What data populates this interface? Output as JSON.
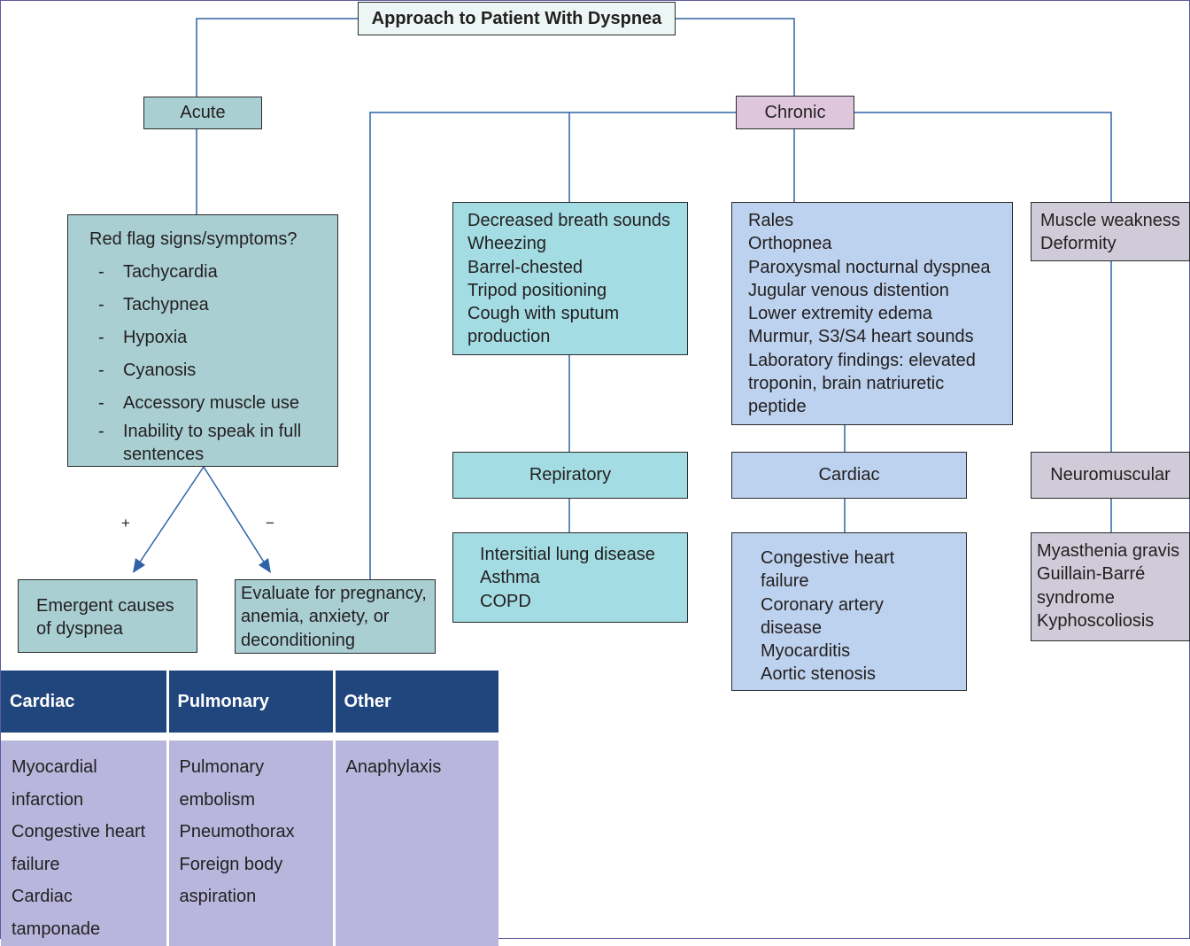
{
  "title": "Approach to Patient With Dyspnea",
  "acute": {
    "label": "Acute",
    "red_flag": {
      "heading": "Red flag signs/symptoms?",
      "items": [
        "Tachycardia",
        "Tachypnea",
        "Hypoxia",
        "Cyanosis",
        "Accessory muscle use",
        "Inability to speak in full sentences"
      ]
    },
    "plus_sign": "+",
    "minus_sign": "−",
    "emergent": "Emergent causes of dyspnea",
    "evaluate": "Evaluate for pregnancy, anemia, anxiety, or deconditioning"
  },
  "chronic": {
    "label": "Chronic",
    "respiratory": {
      "findings": [
        "Decreased breath sounds",
        "Wheezing",
        "Barrel-chested",
        "Tripod positioning",
        "Cough with sputum",
        "production"
      ],
      "label": "Repiratory",
      "causes": [
        "Intersitial lung disease",
        "Asthma",
        "COPD"
      ]
    },
    "cardiac": {
      "findings": [
        "Rales",
        "Orthopnea",
        "Paroxysmal nocturnal dyspnea",
        "Jugular venous distention",
        "Lower extremity edema",
        "Murmur, S3/S4 heart sounds",
        "Laboratory findings: elevated",
        "troponin, brain natriuretic",
        "peptide"
      ],
      "label": "Cardiac",
      "causes": [
        "Congestive heart",
        "failure",
        "Coronary artery",
        "disease",
        "Myocarditis",
        "Aortic stenosis"
      ]
    },
    "neuromuscular": {
      "findings": [
        "Muscle weakness",
        "Deformity"
      ],
      "label": "Neuromuscular",
      "causes": [
        "Myasthenia gravis",
        "Guillain-Barré",
        "syndrome",
        "Kyphoscoliosis"
      ]
    }
  },
  "emergent_table": {
    "headers": [
      "Cardiac",
      "Pulmonary",
      "Other"
    ],
    "cardiac": [
      "Myocardial",
      "infarction",
      "Congestive heart",
      "failure",
      "Cardiac",
      "tamponade"
    ],
    "pulmonary": [
      "Pulmonary",
      "embolism",
      "Pneumothorax",
      "Foreign body",
      "aspiration"
    ],
    "other": [
      "Anaphylaxis"
    ]
  }
}
